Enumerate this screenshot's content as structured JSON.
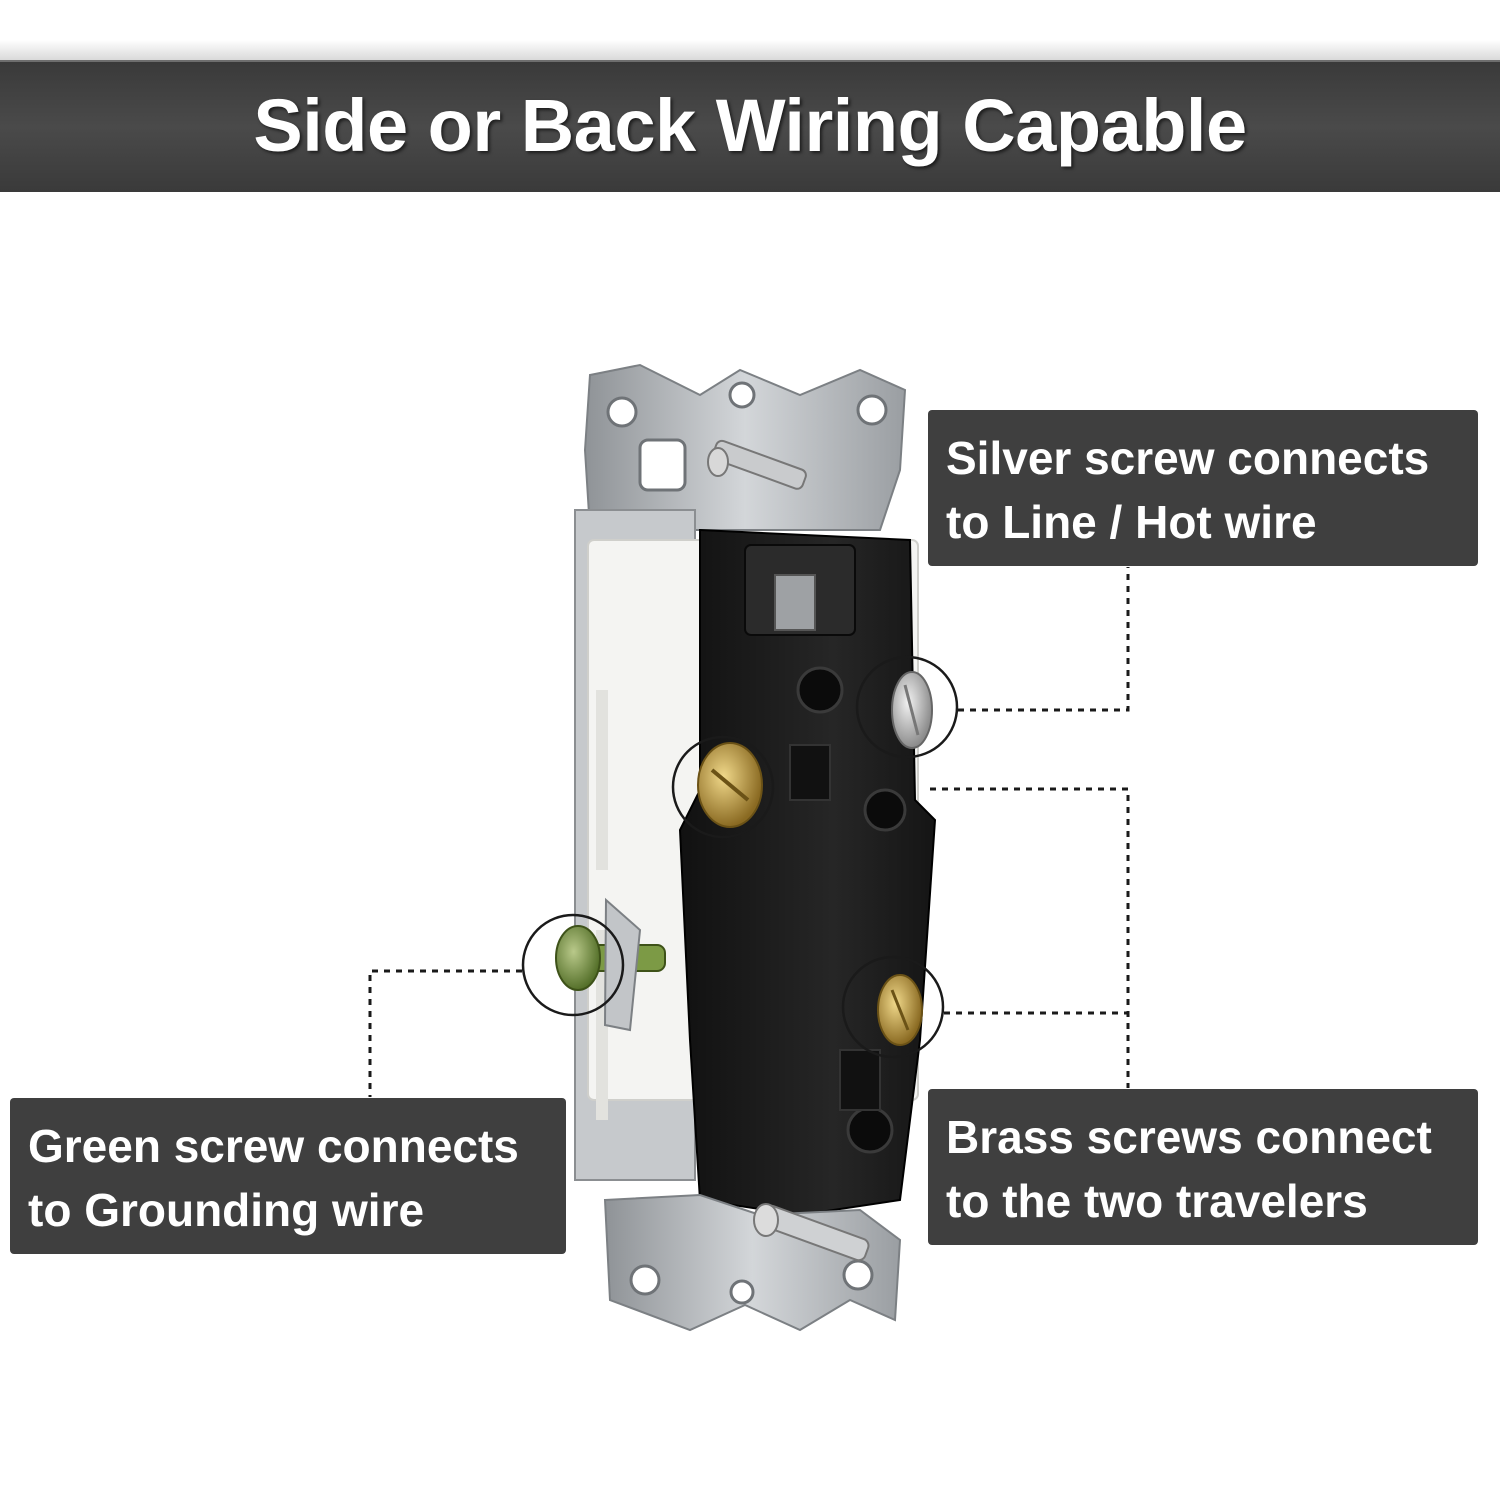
{
  "header": {
    "title": "Side or Back Wiring Capable"
  },
  "callouts": {
    "silver": {
      "line1": "Silver screw connects",
      "line2": "to Line / Hot wire"
    },
    "brass": {
      "line1": "Brass screws connect",
      "line2": "to the two travelers"
    },
    "green": {
      "line1": "Green screw connects",
      "line2": "to Grounding wire"
    }
  },
  "colors": {
    "header_bg": "#404040",
    "callout_bg": "#3f3f3f",
    "callout_text": "#ffffff",
    "switch_body": "#1b1b1b",
    "yoke_metal": "#b9bcc0",
    "brass_screw": "#c9a44a",
    "silver_screw": "#c8c8c8",
    "green_screw": "#6b8f3a"
  }
}
